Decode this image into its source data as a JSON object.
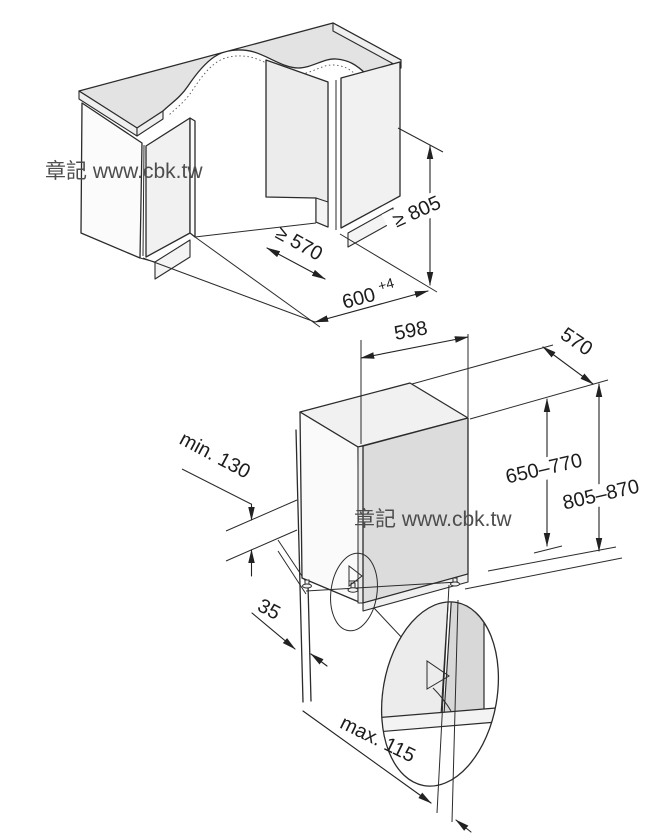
{
  "watermark": {
    "text": "章記 www.cbk.tw"
  },
  "top_diagram": {
    "description": "niche-dimensions-view",
    "niche_depth": "≥ 570",
    "niche_height": "≥ 805",
    "niche_width": "600",
    "niche_width_tolerance": "+4"
  },
  "bottom_diagram": {
    "description": "appliance-dimensions-view",
    "appliance_width": "598",
    "appliance_depth": "570",
    "door_panel_height": "650–770",
    "appliance_height": "805–870",
    "plinth_recess_min": "min. 130",
    "plinth_board_offset": "35",
    "plinth_depth_max": "max. 115"
  },
  "colors": {
    "line": "#2b2b2b",
    "countertop": "#e3e3e3",
    "cabinet_panel": "#ececec",
    "appliance_door": "#dcdcdc",
    "watermark_text": "#4d4d4d",
    "background": "#ffffff"
  }
}
